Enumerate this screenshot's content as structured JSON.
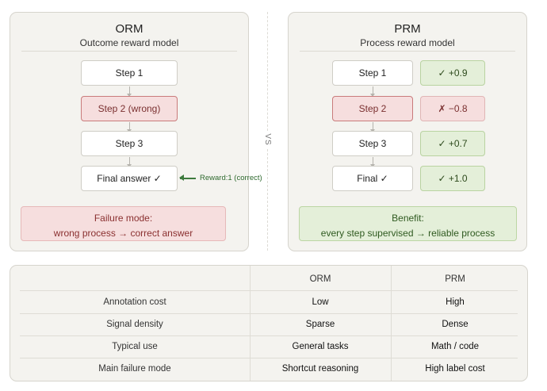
{
  "orm": {
    "title": "ORM",
    "subtitle": "Outcome reward model",
    "steps": [
      "Step 1",
      "Step 2 (wrong)",
      "Step 3",
      "Final answer ✓"
    ],
    "reward_label": "Reward:1 (correct)",
    "note_title": "Failure mode:",
    "note_text": "wrong process → correct answer"
  },
  "vs_label": "VS",
  "prm": {
    "title": "PRM",
    "subtitle": "Process reward model",
    "steps": [
      "Step 1",
      "Step 2",
      "Step 3",
      "Final ✓"
    ],
    "scores": [
      "✓ +0.9",
      "✗ −0.8",
      "✓ +0.7",
      "✓ +1.0"
    ],
    "note_title": "Benefit:",
    "note_text": "every step supervised → reliable process"
  },
  "comparison": {
    "headers": [
      "",
      "ORM",
      "PRM"
    ],
    "rows": [
      [
        "Annotation cost",
        "Low",
        "High"
      ],
      [
        "Signal density",
        "Sparse",
        "Dense"
      ],
      [
        "Typical use",
        "General tasks",
        "Math / code"
      ],
      [
        "Main failure mode",
        "Shortcut reasoning",
        "High label cost"
      ]
    ]
  },
  "colors": {
    "wrong_fill": "#f6dede",
    "good_fill": "#e4efd9",
    "reward_arrow": "#3d7a3d"
  }
}
